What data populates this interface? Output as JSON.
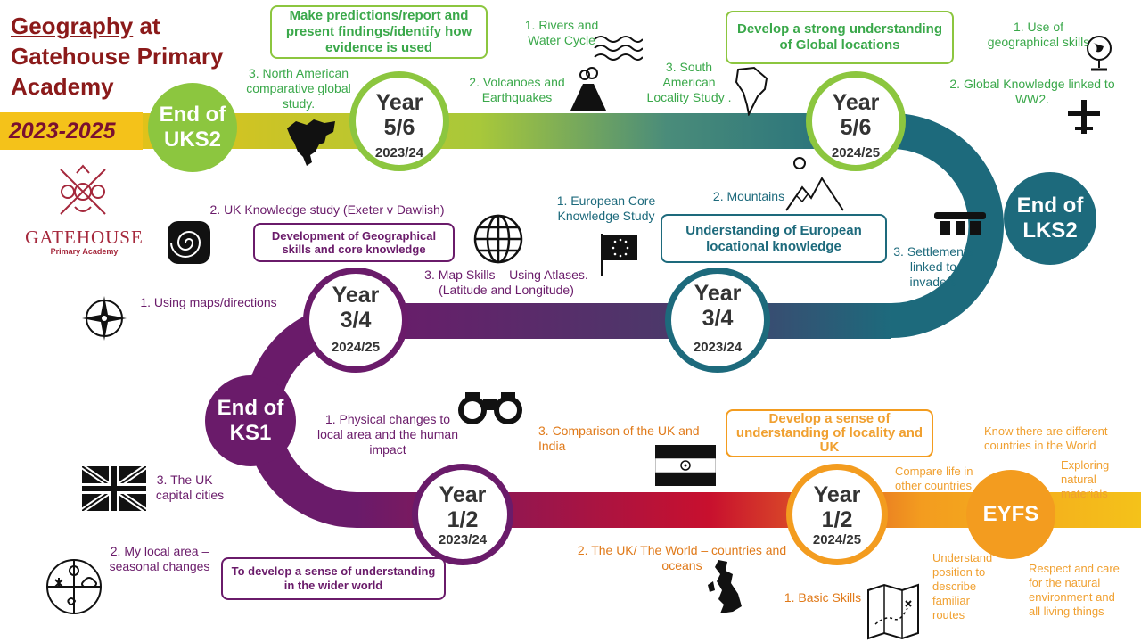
{
  "title": {
    "part1": "Geography",
    "part2": " at Gatehouse Primary Academy"
  },
  "years": "2023-2025",
  "logo": {
    "name": "GATEHOUSE",
    "sub": "Primary Academy"
  },
  "nodes": {
    "uks2": "End of UKS2",
    "lks2": "End of LKS2",
    "ks1": "End of KS1",
    "eyfs": "EYFS"
  },
  "circles": {
    "y56a": {
      "year": "Year 5/6",
      "date": "2023/24"
    },
    "y56b": {
      "year": "Year 5/6",
      "date": "2024/25"
    },
    "y34a": {
      "year": "Year 3/4",
      "date": "2024/25"
    },
    "y34b": {
      "year": "Year 3/4",
      "date": "2023/24"
    },
    "y12a": {
      "year": "Year 1/2",
      "date": "2023/24"
    },
    "y12b": {
      "year": "Year 1/2",
      "date": "2024/25"
    }
  },
  "boxes": {
    "predictions": "Make predictions/report and present findings/identify how evidence is used",
    "global": "Develop a strong understanding of Global locations",
    "european": "Understanding of European locational knowledge",
    "geoskills": "Development of Geographical skills and core knowledge",
    "wider": "To develop a sense of understanding in the wider world",
    "locality": "Develop a sense of understanding of locality and UK"
  },
  "labels": {
    "northAmerican": "3. North American comparative global study.",
    "rivers": "1. Rivers and Water Cycle",
    "volcanoes": "2. Volcanoes and Earthquakes",
    "southAmerican": "3. South American Locality Study .",
    "geoSkillsUse": "1. Use of geographical skills",
    "ww2": "2. Global Knowledge linked to WW2.",
    "ukKnowledge": "2.  UK Knowledge study (Exeter v Dawlish)",
    "europeanCore": "1. European Core Knowledge Study",
    "mountains": "2. Mountains",
    "settlements": "3. Settlements linked to invaders",
    "mapSkills": "3. Map Skills – Using Atlases. (Latitude and Longitude)",
    "usingMaps": "1. Using maps/directions",
    "physical": "1. Physical changes to local area and the human impact",
    "comparisonIndia": "3. Comparison of the UK and India",
    "ukCapital": "3. The UK – capital cities",
    "localArea": "2. My local area – seasonal changes",
    "ukWorld": "2. The UK/ The World – countries and oceans",
    "basicSkills": "1. Basic Skills",
    "compareLife": "Compare life in other countries",
    "differentCountries": "Know there are different countries in the World",
    "exploring": "Exploring natural materials",
    "position": "Understand position to describe familiar routes",
    "respect": "Respect and care for the natural environment and all living things"
  },
  "colors": {
    "green": "#8cc63f",
    "teal": "#1d6a7c",
    "purple": "#6a1b6a",
    "red": "#c8102e",
    "orange": "#f39c1f",
    "yellow": "#f4c21a"
  }
}
